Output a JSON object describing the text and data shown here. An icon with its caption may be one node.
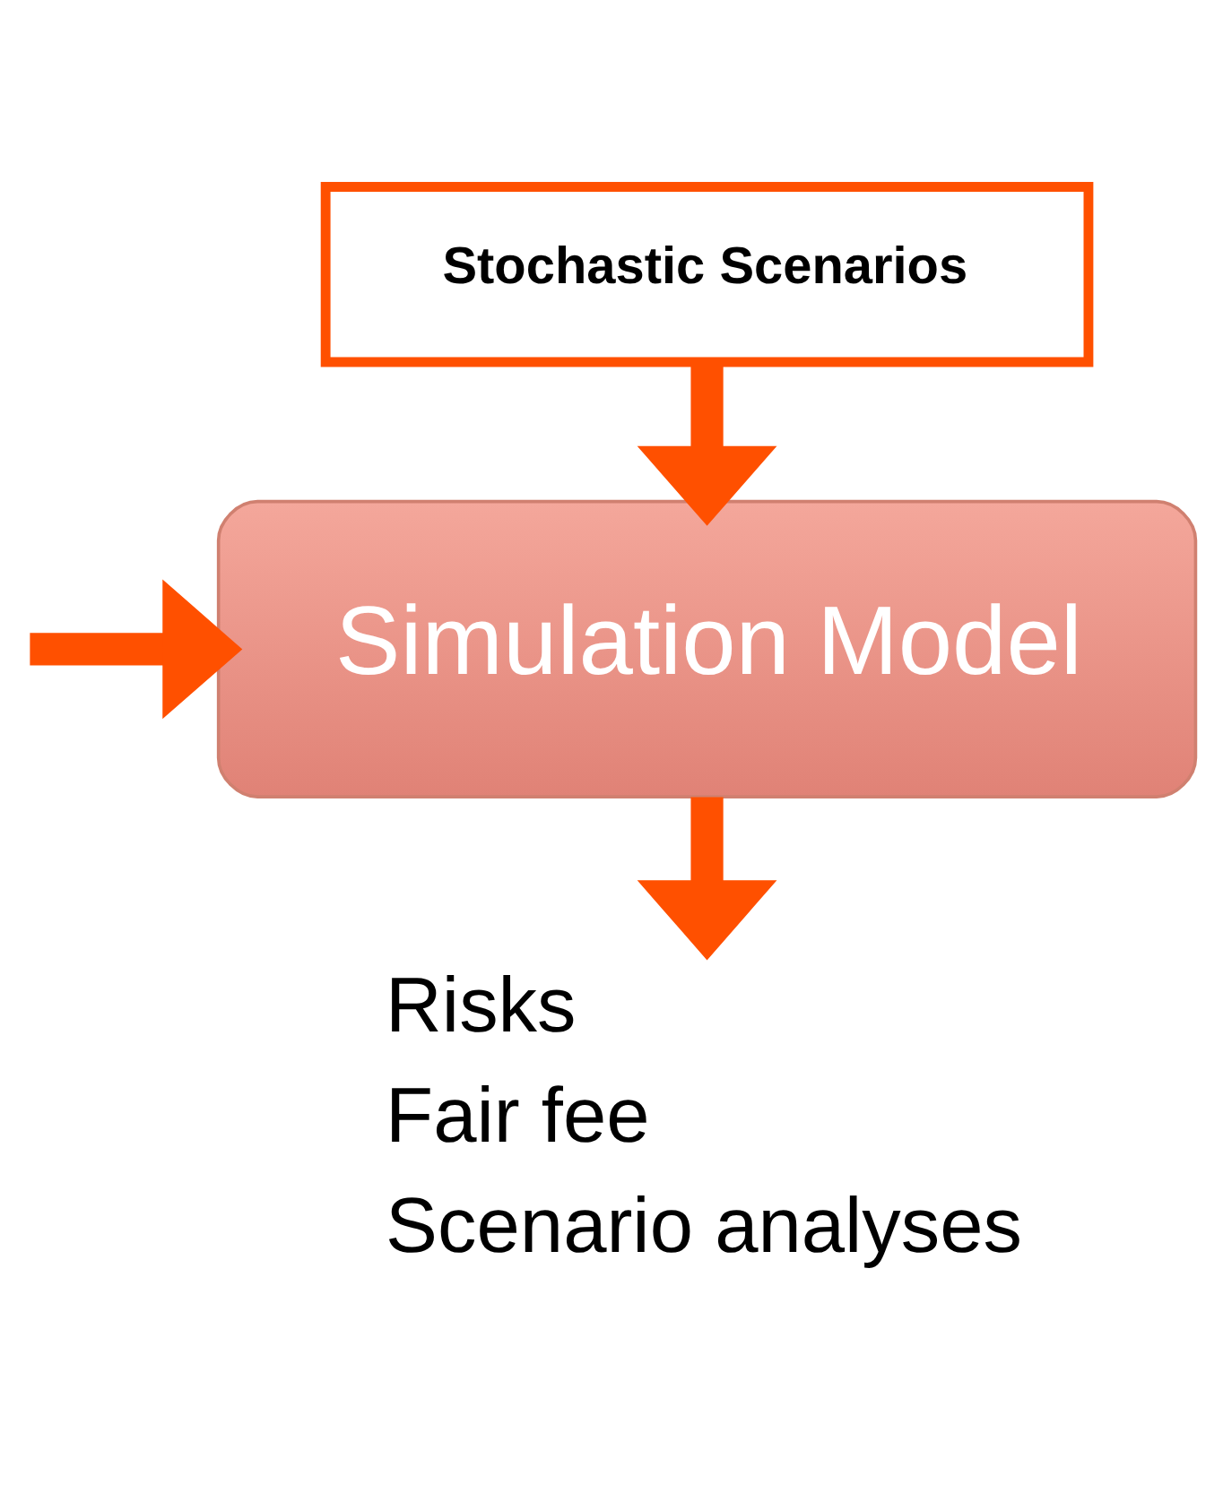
{
  "diagram": {
    "nodes": [
      {
        "text": [
          "Stochastic Scenarios"
        ]
      },
      {
        "text": [
          "Simulation Model"
        ]
      },
      {
        "text": [
          "Risks",
          "Fair fee",
          "Scenario analyses"
        ]
      }
    ],
    "edges": [
      {
        "from": 0,
        "to": 1,
        "arrow": "to"
      },
      {
        "from": null,
        "to": 1,
        "arrow": "to"
      },
      {
        "from": 1,
        "to": 2,
        "arrow": "to"
      }
    ]
  }
}
